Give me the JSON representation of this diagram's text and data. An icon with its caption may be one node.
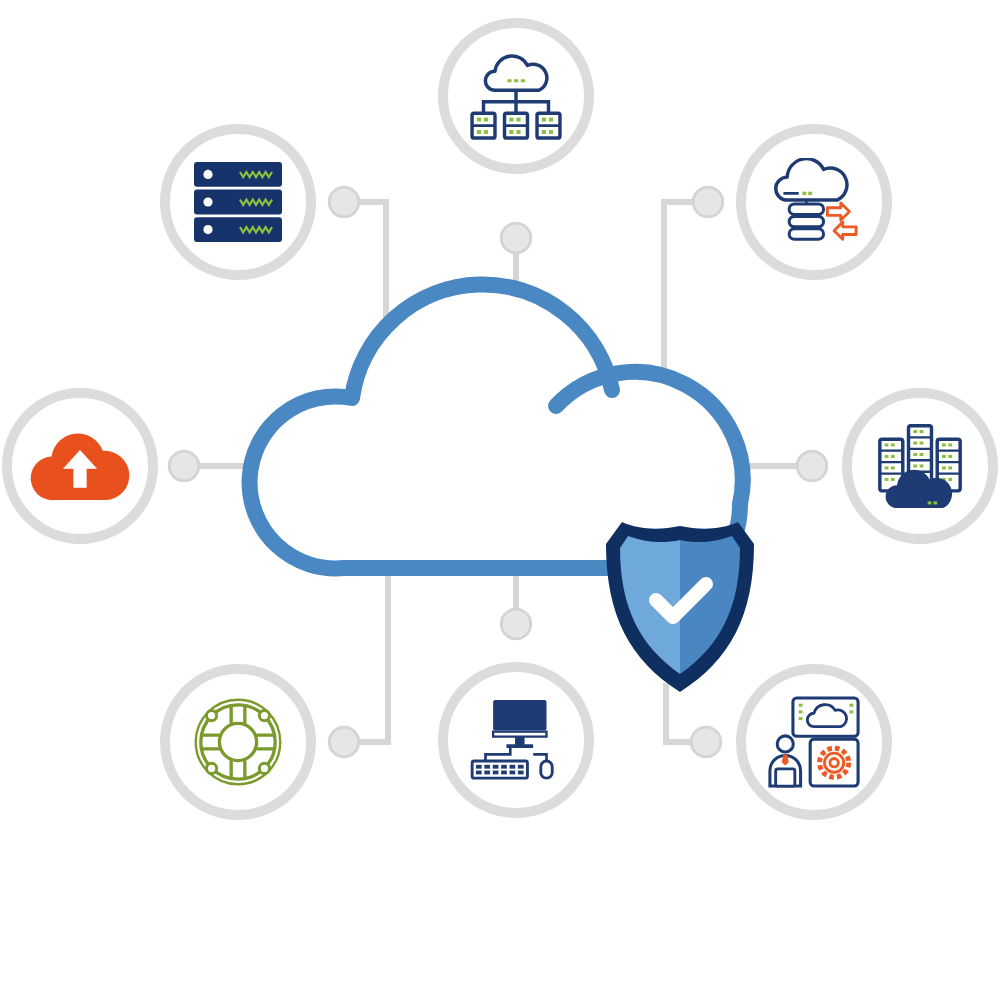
{
  "diagram": {
    "nodes": [
      {
        "text": [],
        "shape": "circle"
      },
      {
        "text": [],
        "shape": "circle"
      },
      {
        "text": [],
        "shape": "circle"
      },
      {
        "text": [],
        "shape": "circle"
      },
      {
        "text": [],
        "shape": "cloud"
      },
      {
        "text": [],
        "shape": "circle"
      },
      {
        "text": [],
        "shape": "shield"
      },
      {
        "text": [],
        "shape": "circle"
      },
      {
        "text": [],
        "shape": "circle"
      },
      {
        "text": [],
        "shape": "circle"
      }
    ],
    "edges": [
      {
        "from": 4,
        "to": 0,
        "arrow": "other"
      },
      {
        "from": 4,
        "to": 1,
        "arrow": "other"
      },
      {
        "from": 4,
        "to": 2,
        "arrow": "other"
      },
      {
        "from": 4,
        "to": 3,
        "arrow": "other"
      },
      {
        "from": 4,
        "to": 5,
        "arrow": "other"
      },
      {
        "from": 4,
        "to": 7,
        "arrow": "other"
      },
      {
        "from": 4,
        "to": 8,
        "arrow": "other"
      },
      {
        "from": 6,
        "to": 9,
        "arrow": "other"
      }
    ]
  }
}
